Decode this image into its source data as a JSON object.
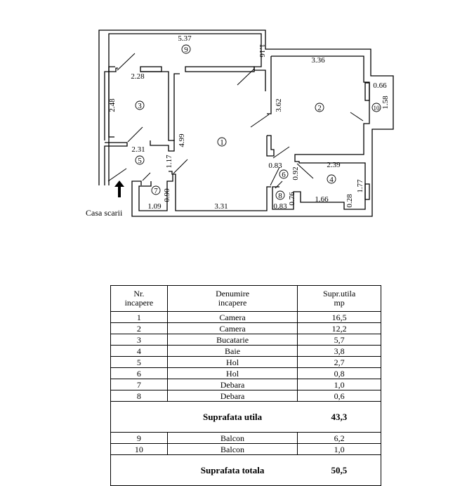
{
  "plan": {
    "entrance_label": "Casa scarii",
    "rooms": [
      "1",
      "2",
      "3",
      "4",
      "5",
      "6",
      "7",
      "8",
      "9",
      "10"
    ],
    "dims": {
      "d537": "5.37",
      "d116": "1.16",
      "d228": "2.28",
      "d248": "2.48",
      "d499": "4.99",
      "d231": "2.31",
      "d117": "1.17",
      "d090": "0.90",
      "d109": "1.09",
      "d331": "3.31",
      "d336": "3.36",
      "d362": "3.62",
      "d066": "0.66",
      "d158": "1.58",
      "d083a": "0.83",
      "d092": "0.92",
      "d239": "2.39",
      "d177": "1.77",
      "d076": "0.76",
      "d166": "1.66",
      "d028": "0.28",
      "d083b": "0.83"
    }
  },
  "table": {
    "headers": {
      "nr": "Nr.\nincapere",
      "nr1": "Nr.",
      "nr2": "incapere",
      "den1": "Denumire",
      "den2": "incapere",
      "sup1": "Supr.utila",
      "sup2": "mp"
    },
    "rows": [
      {
        "nr": "1",
        "name": "Camera",
        "area": "16,5"
      },
      {
        "nr": "2",
        "name": "Camera",
        "area": "12,2"
      },
      {
        "nr": "3",
        "name": "Bucatarie",
        "area": "5,7"
      },
      {
        "nr": "4",
        "name": "Baie",
        "area": "3,8"
      },
      {
        "nr": "5",
        "name": "Hol",
        "area": "2,7"
      },
      {
        "nr": "6",
        "name": "Hol",
        "area": "0,8"
      },
      {
        "nr": "7",
        "name": "Debara",
        "area": "1,0"
      },
      {
        "nr": "8",
        "name": "Debara",
        "area": "0,6"
      }
    ],
    "useful_label": "Suprafata utila",
    "useful_value": "43,3",
    "balcony_rows": [
      {
        "nr": "9",
        "name": "Balcon",
        "area": "6,2"
      },
      {
        "nr": "10",
        "name": "Balcon",
        "area": "1,0"
      }
    ],
    "total_label": "Suprafata totala",
    "total_value": "50,5"
  }
}
